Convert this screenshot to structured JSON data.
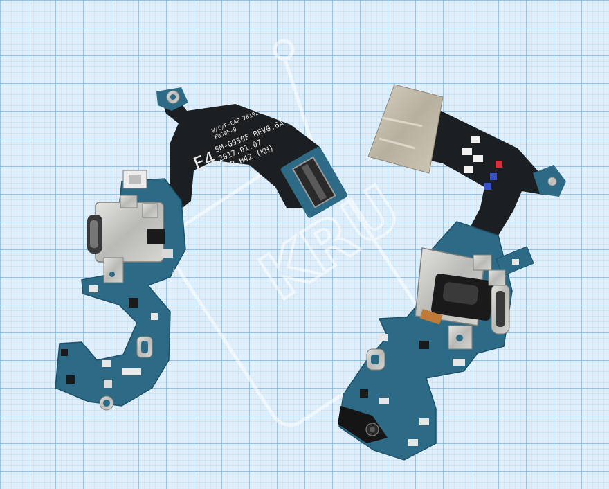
{
  "watermark": {
    "text": "KRU"
  },
  "left_board": {
    "label_e4": "E4",
    "model": "SM-G950F REV0.6A",
    "date": "2017.01.07",
    "revision": "S R.H42 (KH)",
    "top_marks": "W/C/F-EAP",
    "top_marks2": "F050F-0",
    "lot": "7B1923",
    "small_41k": "41K"
  },
  "colors": {
    "grid_bg": "#dfeef8",
    "grid_minor": "#b8d6ec",
    "grid_major": "#7fb2d9",
    "pcb_blue": "#2c6a86",
    "flex_black": "#1c1f22",
    "metal": "#c9c9c6"
  }
}
